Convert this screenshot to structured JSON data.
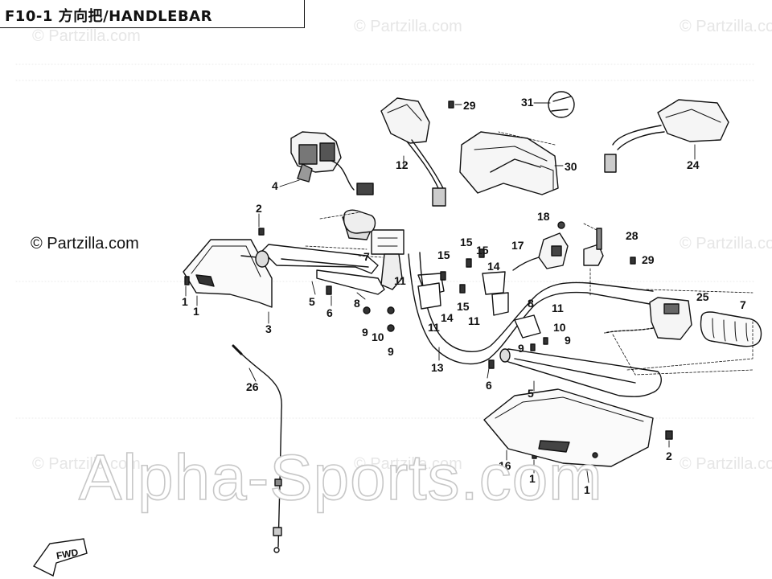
{
  "title": "F10-1 方向把/HANDLEBAR",
  "watermarks": {
    "small": "© Partzilla.com",
    "credit": "© Partzilla.com",
    "large": "Alpha-Sports.com"
  },
  "orientation_badge": "FWD",
  "callouts": {
    "c1a": "1",
    "c1b": "1",
    "c1c": "1",
    "c1d": "1",
    "c2a": "2",
    "c2b": "2",
    "c3": "3",
    "c4": "4",
    "c5a": "5",
    "c5b": "5",
    "c6a": "6",
    "c6b": "6",
    "c7a": "7",
    "c7b": "7",
    "c8a": "8",
    "c8b": "8",
    "c9a": "9",
    "c9b": "9",
    "c9c": "9",
    "c9d": "9",
    "c10a": "10",
    "c10b": "10",
    "c11a": "11",
    "c11b": "11",
    "c11c": "11",
    "c11d": "11",
    "c12": "12",
    "c13": "13",
    "c14a": "14",
    "c14b": "14",
    "c15a": "15",
    "c15b": "15",
    "c15c": "15",
    "c15d": "15",
    "c16": "16",
    "c17": "17",
    "c18": "18",
    "c24": "24",
    "c25": "25",
    "c26": "26",
    "c28": "28",
    "c29a": "29",
    "c29b": "29",
    "c30": "30",
    "c31": "31"
  }
}
